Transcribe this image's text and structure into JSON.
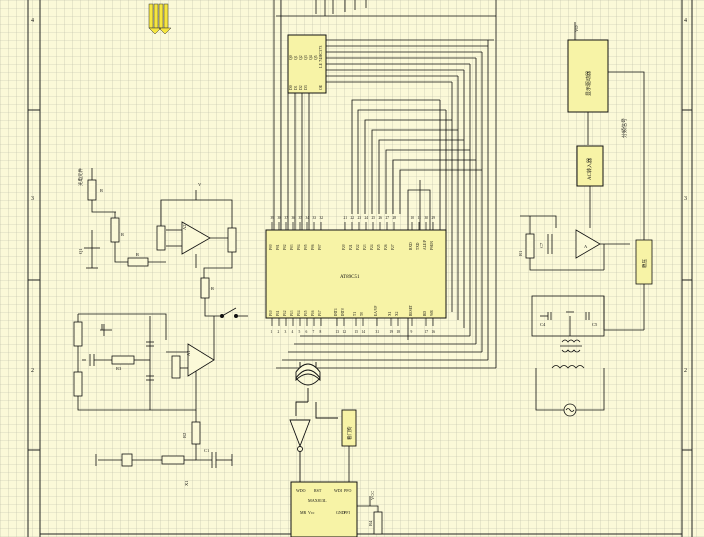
{
  "border_numbers": {
    "left": [
      "4",
      "3",
      "2"
    ],
    "right": [
      "4",
      "3",
      "2"
    ]
  },
  "latch": {
    "pins_left": [
      "D0",
      "D1",
      "D2",
      "D3",
      "D4",
      "D5",
      "D6",
      "D7"
    ],
    "pins_right": [
      "Q0",
      "Q1",
      "Q2",
      "Q3",
      "Q4",
      "Q5",
      "Q6",
      "Q7"
    ],
    "name": "LE 74HC373",
    "oe": "OE"
  },
  "mcu": {
    "name": "AT89C51",
    "p0_pins": [
      "P00",
      "P01",
      "P02",
      "P03",
      "P04",
      "P05",
      "P06",
      "P07"
    ],
    "p2_pins": [
      "P20",
      "P21",
      "P22",
      "P23",
      "P24",
      "P25",
      "P26",
      "P27"
    ],
    "ctrl_pins": [
      "RXD",
      "TXD",
      "ALE/P",
      "PSEN"
    ],
    "p1_pins": [
      "P10",
      "P11",
      "P12",
      "P13",
      "P14",
      "P15",
      "P16",
      "P17"
    ],
    "int_pins": [
      "INT1",
      "INT0"
    ],
    "t_pins": [
      "T1",
      "T0"
    ],
    "misc_pins": [
      "EA/VP",
      "X1",
      "X2",
      "RESET",
      "RD",
      "WR"
    ],
    "top_nums": [
      "39",
      "38",
      "37",
      "36",
      "35",
      "34",
      "33",
      "32",
      "21",
      "22",
      "23",
      "24",
      "25",
      "26",
      "27",
      "28",
      "10",
      "11",
      "30",
      "29"
    ],
    "bottom_nums": [
      "1",
      "2",
      "3",
      "4",
      "5",
      "6",
      "7",
      "8",
      "13",
      "12",
      "15",
      "14",
      "31",
      "19",
      "18",
      "9",
      "17",
      "16"
    ]
  },
  "blocks": {
    "top_right": "显示驱动器",
    "adc": "AC转入器",
    "vd": "VD",
    "right_side": "分频信号",
    "osc_box": "稳压",
    "reset_box": "看门狗"
  },
  "left_circuit": {
    "top_label": "光电元件",
    "q_label": "Q1",
    "r_labels": [
      "R",
      "R",
      "R",
      "R"
    ],
    "op_labels": [
      "A2",
      "A1"
    ],
    "vcc_label": "V",
    "r2": "R2",
    "r3": "R3",
    "c1": "C1",
    "crystal": "X1"
  },
  "watchdog_chip": {
    "name": "MAX813L",
    "pins": [
      "WDI",
      "RST",
      "MR",
      "Vcc",
      "WDO",
      "PFO",
      "GND",
      "PFI"
    ]
  },
  "right_circuit": {
    "r1": "R1",
    "c7": "C7",
    "c4": "C4",
    "c5": "C5",
    "opamp": "A"
  },
  "vcc": "VCC",
  "r4": "R4"
}
